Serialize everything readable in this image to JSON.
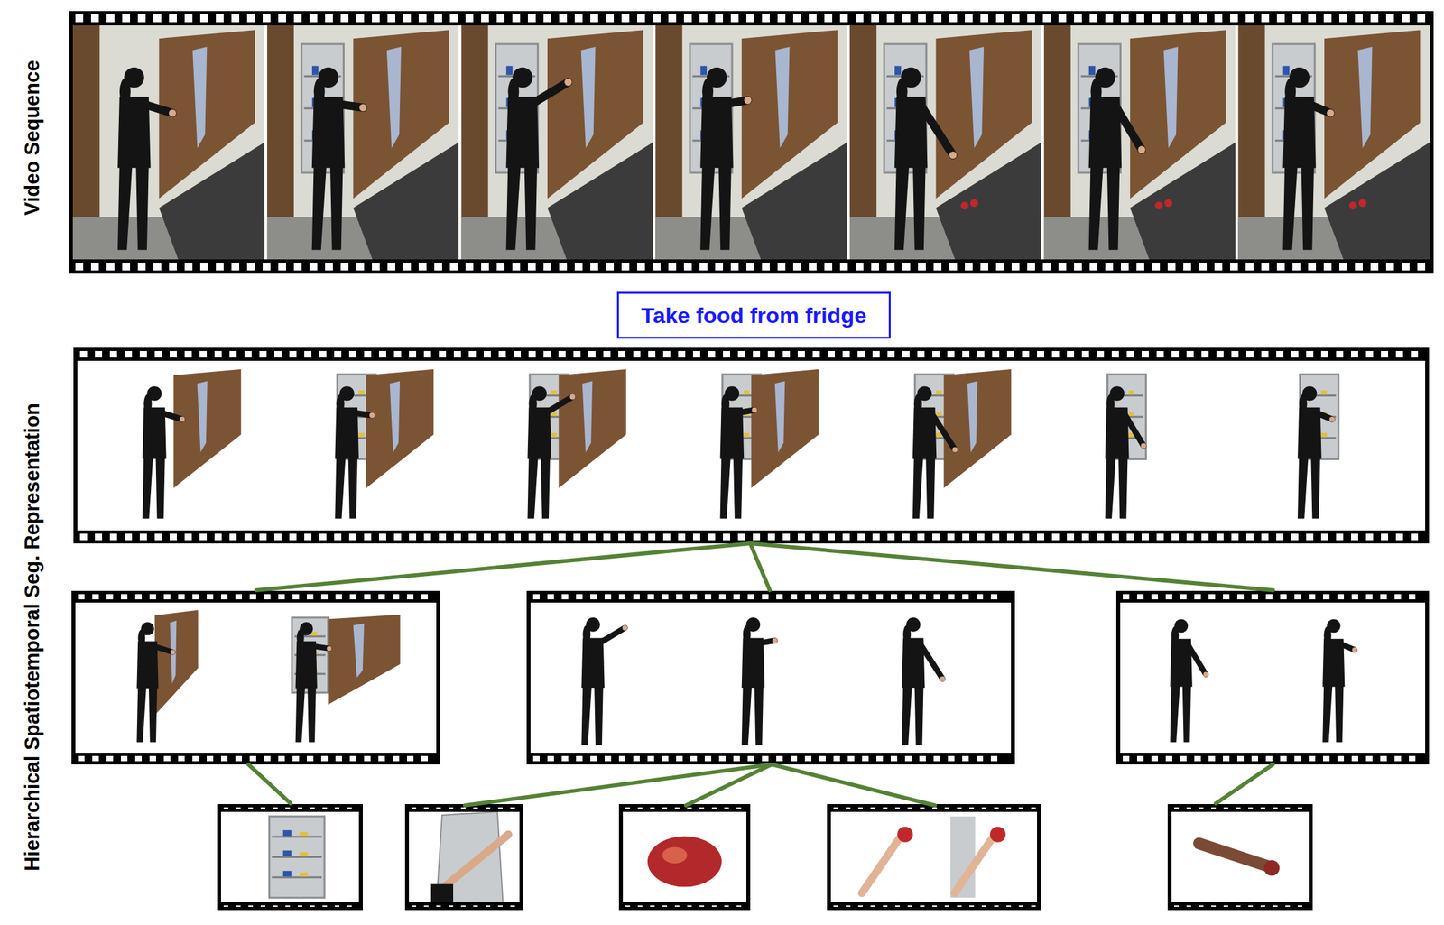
{
  "diagram": {
    "nodes": [
      {
        "text": [
          "Take food from fridge"
        ]
      }
    ],
    "labels": [
      "Video Sequence",
      "Hierarchical Spatiotemporal Seg. Representation"
    ]
  }
}
